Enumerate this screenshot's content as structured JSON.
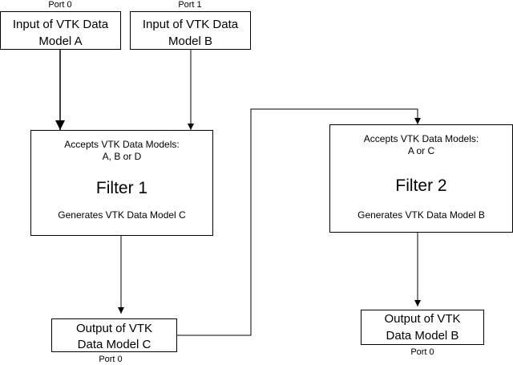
{
  "colors": {
    "stroke": "#000000",
    "background": "#ffffff"
  },
  "input_a": {
    "port": "Port 0",
    "line1": "Input of VTK Data",
    "line2": "Model A"
  },
  "input_b": {
    "port": "Port 1",
    "line1": "Input of VTK Data",
    "line2": "Model B"
  },
  "filter1": {
    "accepts_line1": "Accepts VTK Data Models:",
    "accepts_line2": "A, B or D",
    "title": "Filter 1",
    "generates": "Generates VTK Data Model C"
  },
  "filter2": {
    "accepts_line1": "Accepts VTK Data Models:",
    "accepts_line2": "A or C",
    "title": "Filter 2",
    "generates": "Generates VTK Data Model B"
  },
  "output_c": {
    "line1": "Output of VTK",
    "line2": "Data Model C",
    "port": "Port 0"
  },
  "output_b": {
    "line1": "Output of VTK",
    "line2": "Data Model B",
    "port": "Port 0"
  }
}
